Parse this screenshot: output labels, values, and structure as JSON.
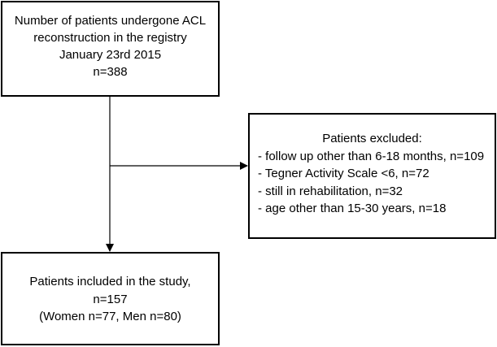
{
  "boxes": {
    "registry": {
      "lines": [
        "Number of patients undergone ACL",
        "reconstruction in the registry",
        "January 23rd 2015",
        "n=388"
      ]
    },
    "excluded": {
      "title": "Patients excluded:",
      "items": [
        "- follow up other than 6-18 months, n=109",
        "- Tegner Activity Scale <6, n=72",
        "- still in rehabilitation, n=32",
        "- age other than 15-30 years, n=18"
      ]
    },
    "included": {
      "lines": [
        "Patients included in the study,",
        "n=157",
        "(Women n=77, Men n=80)"
      ]
    }
  }
}
